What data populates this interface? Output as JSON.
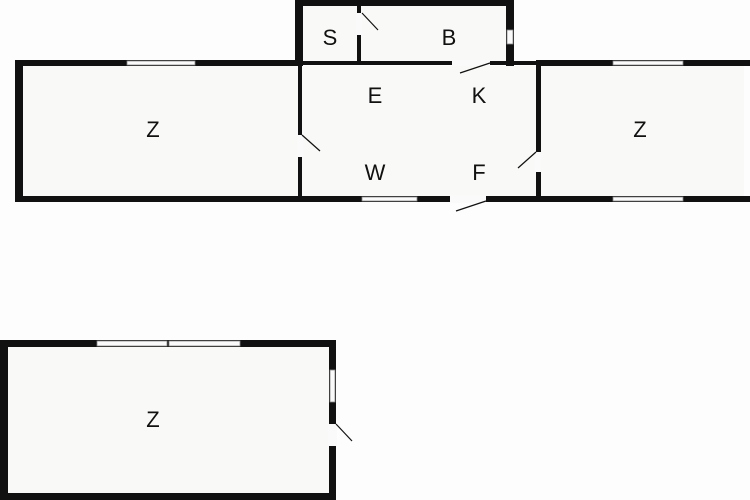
{
  "plan": {
    "rooms": [
      {
        "id": "left-room",
        "label": "Z"
      },
      {
        "id": "right-room",
        "label": "Z"
      },
      {
        "id": "bottom-room",
        "label": "Z"
      },
      {
        "id": "room-s",
        "label": "S"
      },
      {
        "id": "room-b",
        "label": "B"
      },
      {
        "id": "room-e",
        "label": "E"
      },
      {
        "id": "room-k",
        "label": "K"
      },
      {
        "id": "room-w",
        "label": "W"
      },
      {
        "id": "room-f",
        "label": "F"
      }
    ],
    "colors": {
      "wall": "#111111",
      "background": "#fdfdfd"
    }
  }
}
